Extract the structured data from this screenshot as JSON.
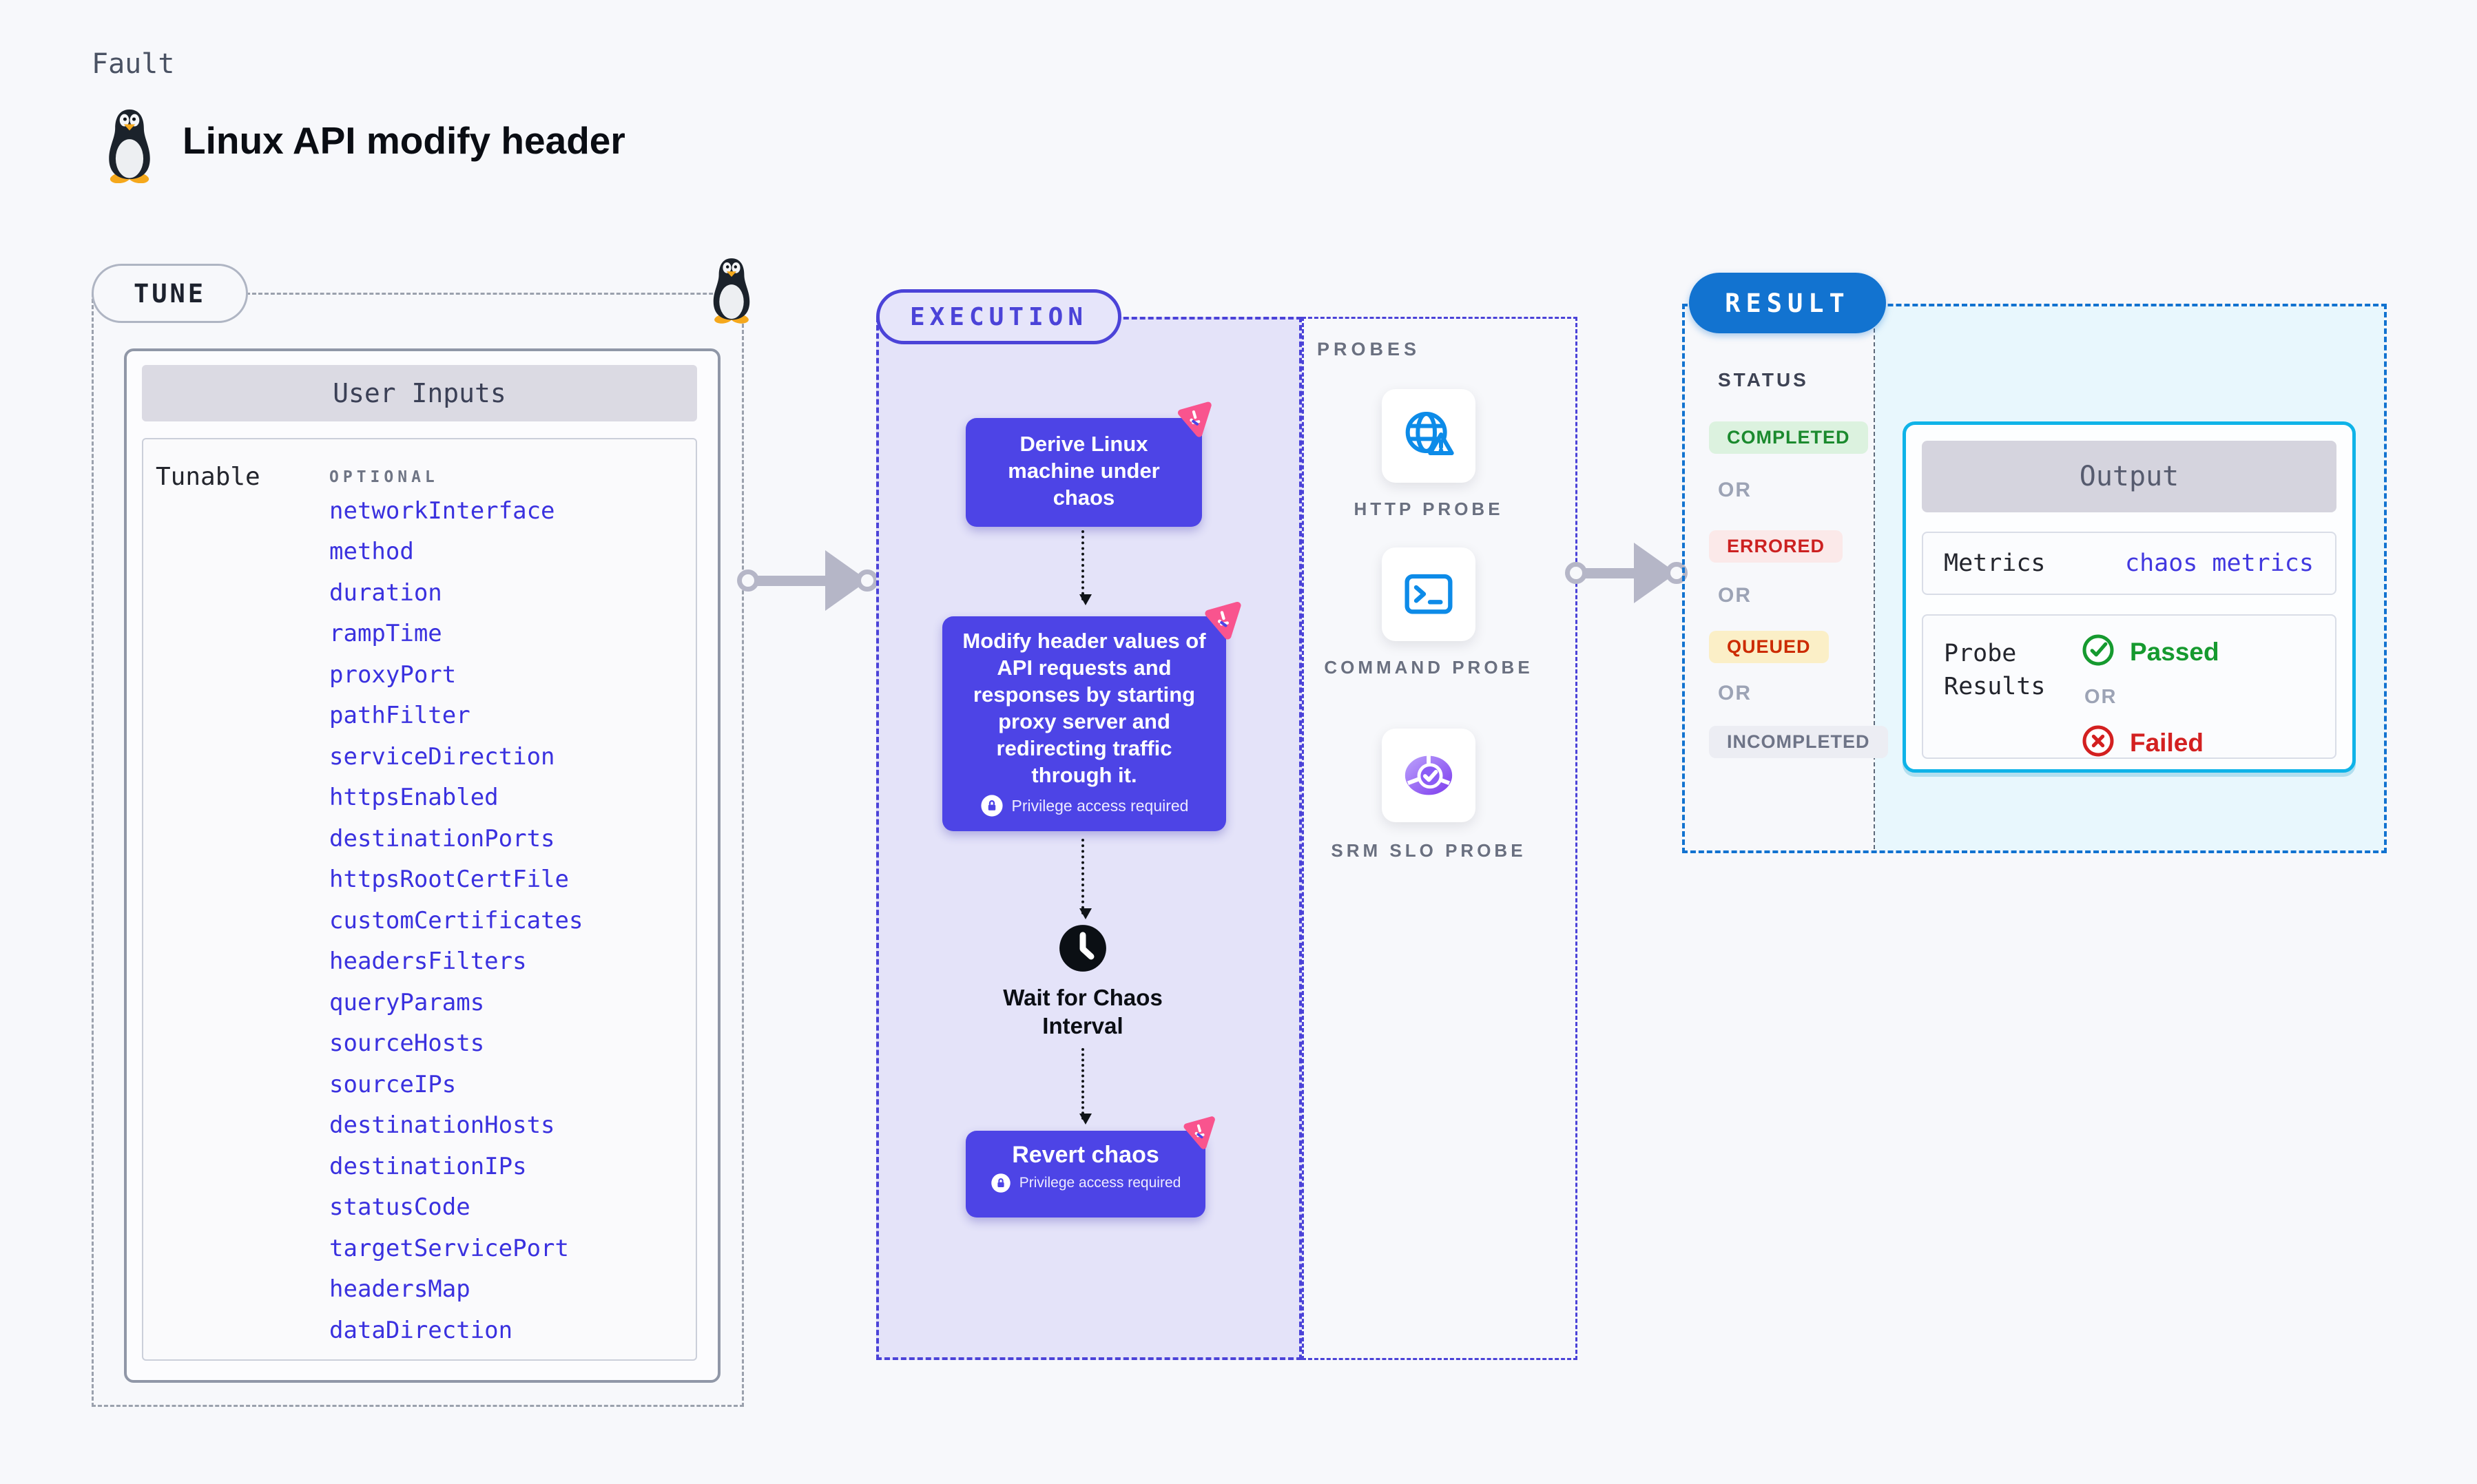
{
  "page": {
    "kicker": "Fault",
    "title": "Linux API modify header"
  },
  "tune": {
    "label": "TUNE",
    "card_header": "User Inputs",
    "row_label": "Tunable",
    "optional_label": "OPTIONAL",
    "items": [
      "networkInterface",
      "method",
      "duration",
      "rampTime",
      "proxyPort",
      "pathFilter",
      "serviceDirection",
      "httpsEnabled",
      "destinationPorts",
      "httpsRootCertFile",
      "customCertificates",
      "headersFilters",
      "queryParams",
      "sourceHosts",
      "sourceIPs",
      "destinationHosts",
      "destinationIPs",
      "statusCode",
      "targetServicePort",
      "headersMap",
      "dataDirection"
    ]
  },
  "execution": {
    "label": "EXECUTION",
    "derive_text": "Derive Linux machine under chaos",
    "modify_text": "Modify header values of API requests and responses by starting proxy server and redirecting traffic through it.",
    "wait_text": "Wait for Chaos Interval",
    "revert_text": "Revert chaos",
    "privilege_label": "Privilege access required"
  },
  "probes": {
    "label": "PROBES",
    "items": [
      {
        "label": "HTTP PROBE",
        "icon": "globe-warning-icon"
      },
      {
        "label": "COMMAND PROBE",
        "icon": "terminal-icon"
      },
      {
        "label": "SRM SLO PROBE",
        "icon": "slo-donut-icon"
      }
    ]
  },
  "result": {
    "label": "RESULT",
    "status_label": "STATUS",
    "or_label": "OR",
    "statuses": {
      "completed": "COMPLETED",
      "errored": "ERRORED",
      "queued": "QUEUED",
      "incompleted": "INCOMPLETED"
    },
    "output": {
      "header": "Output",
      "metrics_label": "Metrics",
      "metrics_value": "chaos metrics",
      "probe_results_label": "Probe Results",
      "passed_label": "Passed",
      "failed_label": "Failed"
    }
  },
  "colors": {
    "accent_indigo": "#4B43D8",
    "node_indigo": "#4D44E6",
    "chaos_pink": "#F9548E",
    "probe_blue": "#0D8BE8",
    "result_blue": "#1273D0",
    "output_cyan": "#0FB3E8",
    "link_blue": "#3A31DF",
    "passed_green": "#169A2F",
    "failed_red": "#D32020",
    "completed_fg": "#1B8A2E",
    "completed_bg": "#DCF2DF",
    "errored_fg": "#CC2121",
    "errored_bg": "#FBE9E9",
    "queued_fg": "#CC2B00",
    "queued_bg": "#FBEFC7",
    "incompleted_fg": "#6E7487",
    "incompleted_bg": "#ECEDF3"
  }
}
